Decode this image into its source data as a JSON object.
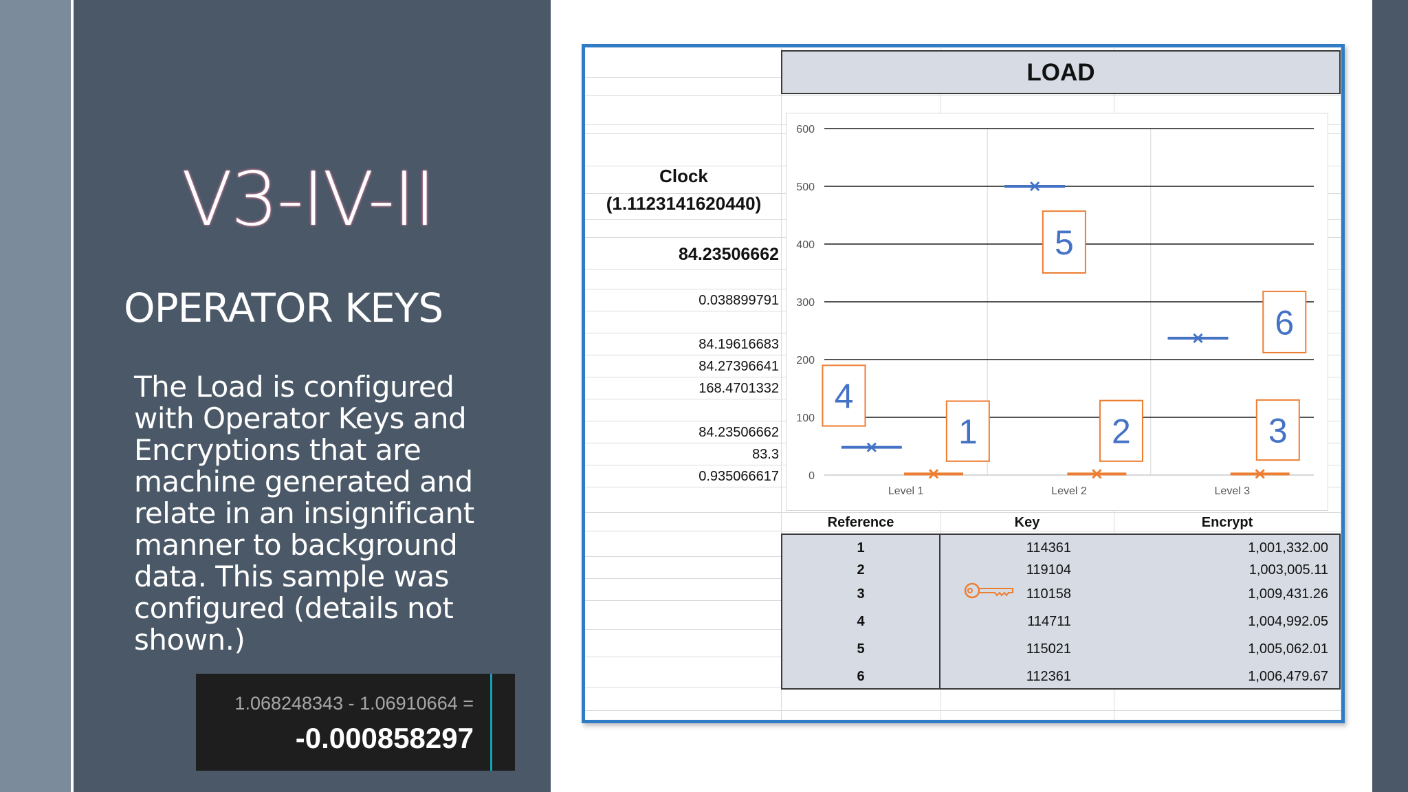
{
  "slide": {
    "title": "V3-IV-II",
    "subtitle": "OPERATOR KEYS",
    "body": "The Load is configured with Operator Keys and Encryptions that are machine generated and relate in an insignificant manner to background data.   This sample was configured (details not shown.)"
  },
  "calculator": {
    "expression": "1.068248343   -   1.06910664 =",
    "result": "-0.000858297"
  },
  "sheet": {
    "header": "LOAD",
    "clock_label": "Clock",
    "clock_value": "(1.1123141620440)",
    "primary_value": "84.23506662",
    "values": [
      "0.038899791",
      "84.19616683",
      "84.27396641",
      "168.4701332",
      "84.23506662",
      "83.3",
      "0.935066617"
    ]
  },
  "chart_data": {
    "type": "box",
    "categories": [
      "Level 1",
      "Level 2",
      "Level 3"
    ],
    "ylim": [
      0,
      600
    ],
    "yticks": [
      0,
      100,
      200,
      300,
      400,
      500,
      600
    ],
    "grid": true,
    "series": [
      {
        "color": "#4472c4",
        "marker": "x",
        "values": [
          48,
          500,
          237
        ]
      },
      {
        "color": "#ed7d31",
        "marker": "x",
        "values": [
          2,
          2,
          2
        ]
      }
    ],
    "annotations": [
      {
        "label": "4",
        "category": "Level 1",
        "y_top": 190,
        "y_bottom": 85,
        "offset": -0.38
      },
      {
        "label": "1",
        "category": "Level 1",
        "y_top": 128,
        "y_bottom": 24,
        "offset": 0.38
      },
      {
        "label": "5",
        "category": "Level 2",
        "y_top": 457,
        "y_bottom": 350,
        "offset": -0.03
      },
      {
        "label": "2",
        "category": "Level 2",
        "y_top": 129,
        "y_bottom": 24,
        "offset": 0.32
      },
      {
        "label": "6",
        "category": "Level 3",
        "y_top": 318,
        "y_bottom": 212,
        "offset": 0.32
      },
      {
        "label": "3",
        "category": "Level 3",
        "y_top": 130,
        "y_bottom": 26,
        "offset": 0.28
      }
    ]
  },
  "table": {
    "headers": [
      "Reference",
      "Key",
      "Encrypt"
    ],
    "rows": [
      {
        "ref": "1",
        "key": "114361",
        "encrypt": "1,001,332.00"
      },
      {
        "ref": "2",
        "key": "119104",
        "encrypt": "1,003,005.11"
      },
      {
        "ref": "3",
        "key": "110158",
        "encrypt": "1,009,431.26"
      },
      {
        "ref": "4",
        "key": "114711",
        "encrypt": "1,004,992.05"
      },
      {
        "ref": "5",
        "key": "115021",
        "encrypt": "1,005,062.01"
      },
      {
        "ref": "6",
        "key": "112361",
        "encrypt": "1,006,479.67"
      }
    ]
  },
  "colors": {
    "panel": "#4a5867",
    "sheet_border": "#2f7bc5",
    "header_fill": "#d7dce4",
    "series_blue": "#4472c4",
    "series_orange": "#ed7d31",
    "calc_bg": "#1e1e1e"
  },
  "icons": {
    "key": "key-icon"
  }
}
